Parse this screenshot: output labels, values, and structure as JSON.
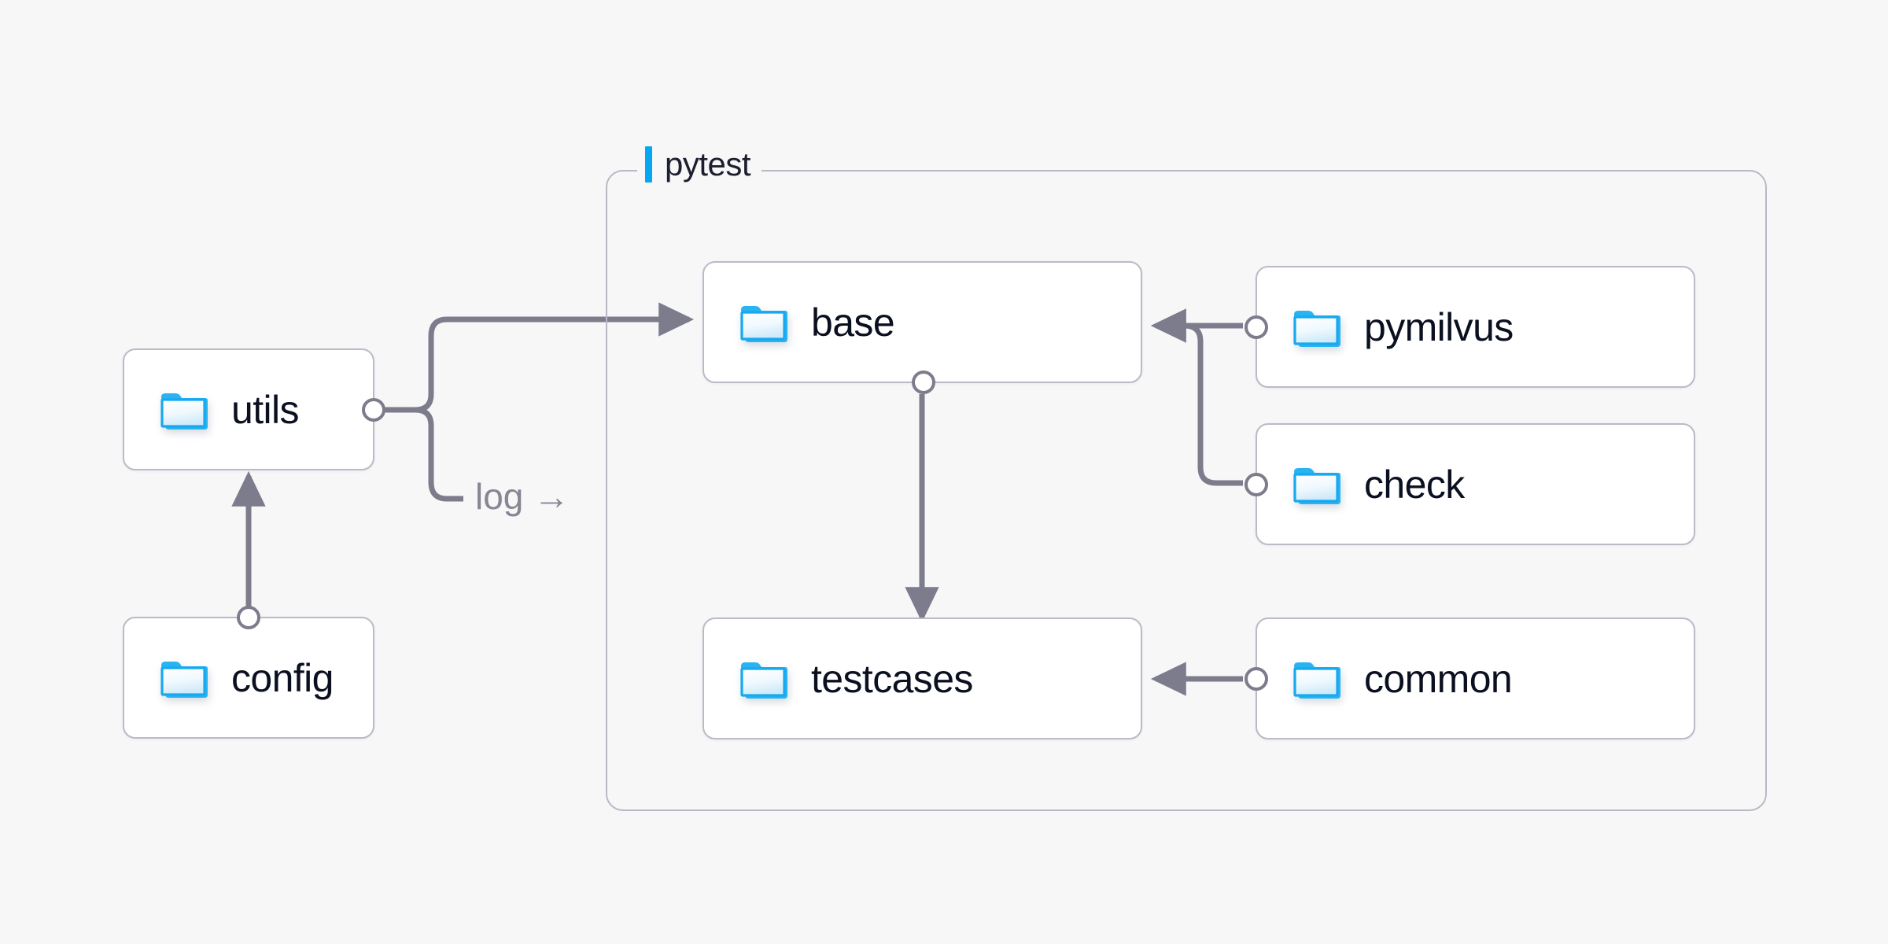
{
  "diagram": {
    "background_color": "#f7f7f8",
    "accent_color": "#06a6f0",
    "node_border_color": "#bbbac6",
    "edge_color": "#7c7c8c",
    "text_color": "#0b1020",
    "group": {
      "label": "pytest",
      "icon": "accent-bar-icon"
    },
    "nodes": [
      {
        "id": "utils",
        "label": "utils",
        "icon": "folder-icon"
      },
      {
        "id": "config",
        "label": "config",
        "icon": "folder-icon"
      },
      {
        "id": "base",
        "label": "base",
        "icon": "folder-icon"
      },
      {
        "id": "testcases",
        "label": "testcases",
        "icon": "folder-icon"
      },
      {
        "id": "pymilvus",
        "label": "pymilvus",
        "icon": "folder-icon"
      },
      {
        "id": "check",
        "label": "check",
        "icon": "folder-icon"
      },
      {
        "id": "common",
        "label": "common",
        "icon": "folder-icon"
      }
    ],
    "edges": [
      {
        "id": "utils-base",
        "from": "utils",
        "to": "base",
        "label": ""
      },
      {
        "id": "utils-log",
        "from": "utils",
        "to": "pytest",
        "label": "log →"
      },
      {
        "id": "config-utils",
        "from": "config",
        "to": "utils",
        "label": ""
      },
      {
        "id": "base-testcases",
        "from": "base",
        "to": "testcases",
        "label": ""
      },
      {
        "id": "pymilvus-base",
        "from": "pymilvus",
        "to": "base",
        "label": ""
      },
      {
        "id": "check-base",
        "from": "check",
        "to": "base",
        "label": ""
      },
      {
        "id": "common-testcases",
        "from": "common",
        "to": "testcases",
        "label": ""
      }
    ]
  }
}
